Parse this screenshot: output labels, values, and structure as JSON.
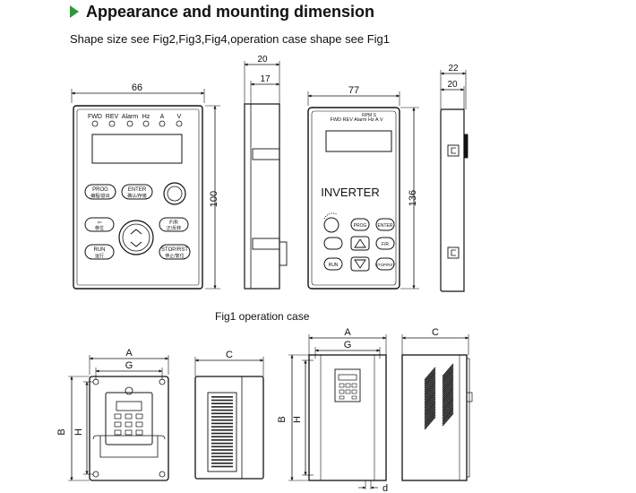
{
  "header": {
    "title": "Appearance and mounting dimension",
    "arrow_color": "#2a9a3a"
  },
  "subtitle": "Shape size see Fig2,Fig3,Fig4,operation case shape see Fig1",
  "fig1": {
    "caption": "Fig1 operation case",
    "panel_a": {
      "width_dim": "66",
      "height_dim": "100",
      "indicators": [
        "FWD",
        "REV",
        "Alarm",
        "Hz",
        "A",
        "V"
      ],
      "buttons": {
        "prog": [
          "PROG",
          "编程/退出"
        ],
        "enter": [
          "ENTER",
          "确认/存储"
        ],
        "shift": [
          "⇦",
          "移位"
        ],
        "fr": [
          "F/R",
          "正/反转"
        ],
        "run": [
          "RUN",
          "运行"
        ],
        "stop": [
          "STOP/RST",
          "停止/复位"
        ]
      }
    },
    "side_a": {
      "dim_outer": "20",
      "dim_inner": "17"
    },
    "panel_b": {
      "width_dim": "77",
      "height_dim": "136",
      "indicators": "FWD REV Alarm Hz A V",
      "rpm_label": "RPM  S",
      "brand": "INVERTER",
      "buttons": {
        "prog": "PROG",
        "enter": "ENTER",
        "fr": "F/R",
        "run": "RUN",
        "stop": "STOP/RST"
      }
    },
    "side_b": {
      "dim_outer": "22",
      "dim_inner": "20"
    }
  },
  "bottom": {
    "left_front": {
      "dim_a": "A",
      "dim_g": "G",
      "dim_b": "B",
      "dim_h": "H"
    },
    "left_side": {
      "dim_c": "C"
    },
    "right_front": {
      "dim_a": "A",
      "dim_g": "G",
      "dim_b": "B",
      "dim_h": "H",
      "dim_d": "d"
    },
    "right_side": {
      "dim_c": "C"
    }
  }
}
